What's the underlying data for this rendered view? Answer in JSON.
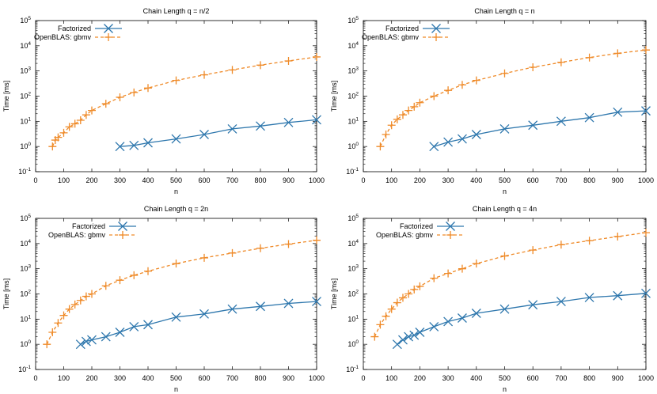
{
  "chart_data": [
    {
      "type": "line",
      "title": "Chain Length q = n/2",
      "xlabel": "n",
      "ylabel": "Time [ms]",
      "xlim": [
        0,
        1000
      ],
      "ylim": [
        0.1,
        100000
      ],
      "yscale": "log",
      "x_ticks": [
        0,
        100,
        200,
        300,
        400,
        500,
        600,
        700,
        800,
        900,
        1000
      ],
      "y_ticks": [
        {
          "value": 0.1,
          "base": "10",
          "exp": "-1"
        },
        {
          "value": 1,
          "base": "10",
          "exp": "0"
        },
        {
          "value": 10,
          "base": "10",
          "exp": "1"
        },
        {
          "value": 100,
          "base": "10",
          "exp": "2"
        },
        {
          "value": 1000,
          "base": "10",
          "exp": "3"
        },
        {
          "value": 10000,
          "base": "10",
          "exp": "4"
        },
        {
          "value": 100000,
          "base": "10",
          "exp": "5"
        }
      ],
      "legend_position": "top-left",
      "series": [
        {
          "name": "Factorized",
          "color": "#2e77ad",
          "line": "solid",
          "marker": "x",
          "x": [
            300,
            350,
            400,
            500,
            600,
            700,
            800,
            900,
            1000
          ],
          "y": [
            1.0,
            1.1,
            1.4,
            2.0,
            3.0,
            5.0,
            6.5,
            9.0,
            11.5
          ]
        },
        {
          "name": "OpenBLAS: gbmv",
          "color": "#ef8a28",
          "line": "dashed",
          "marker": "+",
          "x": [
            60,
            70,
            80,
            100,
            120,
            140,
            160,
            180,
            200,
            250,
            300,
            350,
            400,
            500,
            600,
            700,
            800,
            900,
            1000
          ],
          "y": [
            1.0,
            1.8,
            2.3,
            3.5,
            6,
            8,
            11,
            18,
            27,
            50,
            90,
            140,
            210,
            420,
            700,
            1100,
            1700,
            2500,
            3600
          ]
        }
      ]
    },
    {
      "type": "line",
      "title": "Chain Length q = n",
      "xlabel": "n",
      "ylabel": "Time [ms]",
      "xlim": [
        0,
        1000
      ],
      "ylim": [
        0.1,
        100000
      ],
      "yscale": "log",
      "x_ticks": [
        0,
        100,
        200,
        300,
        400,
        500,
        600,
        700,
        800,
        900,
        1000
      ],
      "y_ticks": [
        {
          "value": 0.1,
          "base": "10",
          "exp": "-1"
        },
        {
          "value": 1,
          "base": "10",
          "exp": "0"
        },
        {
          "value": 10,
          "base": "10",
          "exp": "1"
        },
        {
          "value": 100,
          "base": "10",
          "exp": "2"
        },
        {
          "value": 1000,
          "base": "10",
          "exp": "3"
        },
        {
          "value": 10000,
          "base": "10",
          "exp": "4"
        },
        {
          "value": 100000,
          "base": "10",
          "exp": "5"
        }
      ],
      "legend_position": "top-left",
      "series": [
        {
          "name": "Factorized",
          "color": "#2e77ad",
          "line": "solid",
          "marker": "x",
          "x": [
            250,
            300,
            350,
            400,
            500,
            600,
            700,
            800,
            900,
            1000
          ],
          "y": [
            1.0,
            1.5,
            2.0,
            3.0,
            5.0,
            7.0,
            10,
            14,
            23,
            26
          ]
        },
        {
          "name": "OpenBLAS: gbmv",
          "color": "#ef8a28",
          "line": "dashed",
          "marker": "+",
          "x": [
            60,
            80,
            100,
            120,
            140,
            160,
            180,
            200,
            250,
            300,
            350,
            400,
            500,
            600,
            700,
            800,
            900,
            1000
          ],
          "y": [
            1.0,
            3.0,
            7,
            12,
            18,
            27,
            38,
            55,
            100,
            170,
            280,
            420,
            800,
            1400,
            2200,
            3400,
            5000,
            6800
          ]
        }
      ]
    },
    {
      "type": "line",
      "title": "Chain Length q = 2n",
      "xlabel": "n",
      "ylabel": "Time [ms]",
      "xlim": [
        0,
        1000
      ],
      "ylim": [
        0.1,
        100000
      ],
      "yscale": "log",
      "x_ticks": [
        0,
        100,
        200,
        300,
        400,
        500,
        600,
        700,
        800,
        900,
        1000
      ],
      "y_ticks": [
        {
          "value": 0.1,
          "base": "10",
          "exp": "-1"
        },
        {
          "value": 1,
          "base": "10",
          "exp": "0"
        },
        {
          "value": 10,
          "base": "10",
          "exp": "1"
        },
        {
          "value": 100,
          "base": "10",
          "exp": "2"
        },
        {
          "value": 1000,
          "base": "10",
          "exp": "3"
        },
        {
          "value": 10000,
          "base": "10",
          "exp": "4"
        },
        {
          "value": 100000,
          "base": "10",
          "exp": "5"
        }
      ],
      "legend_position": "top-right",
      "series": [
        {
          "name": "Factorized",
          "color": "#2e77ad",
          "line": "solid",
          "marker": "x",
          "x": [
            160,
            180,
            200,
            250,
            300,
            350,
            400,
            500,
            600,
            700,
            800,
            900,
            1000
          ],
          "y": [
            1.0,
            1.3,
            1.5,
            2.0,
            3.0,
            5.0,
            6.0,
            12,
            16,
            25,
            32,
            42,
            50
          ]
        },
        {
          "name": "OpenBLAS: gbmv",
          "color": "#ef8a28",
          "line": "dashed",
          "marker": "+",
          "x": [
            40,
            60,
            80,
            100,
            120,
            140,
            160,
            180,
            200,
            250,
            300,
            350,
            400,
            500,
            600,
            700,
            800,
            900,
            1000
          ],
          "y": [
            1.0,
            3.0,
            7,
            14,
            25,
            38,
            55,
            80,
            100,
            210,
            350,
            550,
            800,
            1600,
            2700,
            4200,
            6500,
            9500,
            13500
          ]
        }
      ]
    },
    {
      "type": "line",
      "title": "Chain Length q = 4n",
      "xlabel": "n",
      "ylabel": "Time [ms]",
      "xlim": [
        0,
        1000
      ],
      "ylim": [
        0.1,
        100000
      ],
      "yscale": "log",
      "x_ticks": [
        0,
        100,
        200,
        300,
        400,
        500,
        600,
        700,
        800,
        900,
        1000
      ],
      "y_ticks": [
        {
          "value": 0.1,
          "base": "10",
          "exp": "-1"
        },
        {
          "value": 1,
          "base": "10",
          "exp": "0"
        },
        {
          "value": 10,
          "base": "10",
          "exp": "1"
        },
        {
          "value": 100,
          "base": "10",
          "exp": "2"
        },
        {
          "value": 1000,
          "base": "10",
          "exp": "3"
        },
        {
          "value": 10000,
          "base": "10",
          "exp": "4"
        },
        {
          "value": 100000,
          "base": "10",
          "exp": "5"
        }
      ],
      "legend_position": "top-right",
      "series": [
        {
          "name": "Factorized",
          "color": "#2e77ad",
          "line": "solid",
          "marker": "x",
          "x": [
            120,
            140,
            160,
            180,
            200,
            250,
            300,
            350,
            400,
            500,
            600,
            700,
            800,
            900,
            1000
          ],
          "y": [
            1.0,
            1.5,
            2.0,
            2.3,
            3.0,
            5.0,
            8.0,
            11,
            17,
            25,
            37,
            50,
            72,
            85,
            105
          ]
        },
        {
          "name": "OpenBLAS: gbmv",
          "color": "#ef8a28",
          "line": "dashed",
          "marker": "+",
          "x": [
            40,
            60,
            80,
            100,
            120,
            140,
            160,
            180,
            200,
            250,
            300,
            350,
            400,
            500,
            600,
            700,
            800,
            900,
            1000
          ],
          "y": [
            2.0,
            6,
            13,
            25,
            45,
            70,
            100,
            150,
            200,
            420,
            650,
            1000,
            1600,
            3200,
            5500,
            9000,
            13000,
            19000,
            27000
          ]
        }
      ]
    }
  ]
}
